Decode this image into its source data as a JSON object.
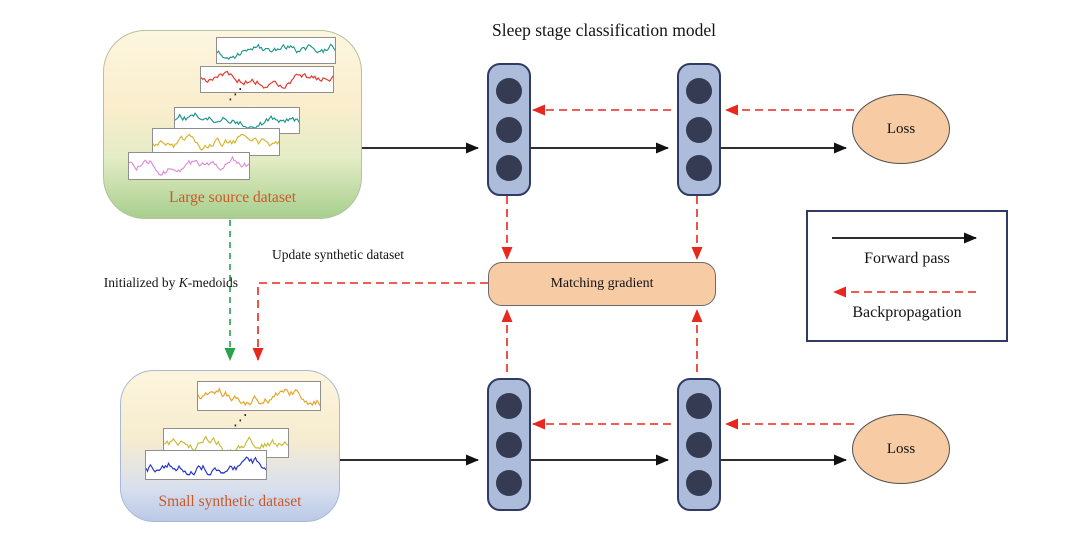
{
  "title": "Sleep stage classification model",
  "source_dataset": {
    "label": "Large source dataset",
    "dots": "⋰",
    "signals": [
      "#18938a",
      "#e23a2e",
      "#18938a",
      "#d9b32b",
      "#de8cd7"
    ]
  },
  "synthetic_dataset": {
    "label": "Small synthetic dataset",
    "dots": "⋰",
    "signals": [
      "#e5a42a",
      "#c9bb3a",
      "#2433cc"
    ]
  },
  "matching_gradient": {
    "label": "Matching gradient"
  },
  "loss_top": {
    "label": "Loss"
  },
  "loss_bottom": {
    "label": "Loss"
  },
  "annotations": {
    "init_prefix": "Initialized by ",
    "init_italic": "K",
    "init_suffix": "-medoids",
    "update": "Update synthetic dataset"
  },
  "legend": {
    "forward": "Forward pass",
    "backward": "Backpropagation"
  },
  "colors": {
    "forward": "#111111",
    "backward": "#e8281e",
    "init_arrow": "#28a24c",
    "layer_fill": "#aebcdb",
    "layer_border": "#2f3b63",
    "neuron": "#343b52",
    "loss_fill": "#f7cba3",
    "loss_border": "#4f4f4f",
    "matching_fill": "#f7cba3",
    "matching_border": "#6a6a6a",
    "legend_border": "#2f3b63",
    "label_orange": "#c85a28",
    "text": "#141414"
  }
}
